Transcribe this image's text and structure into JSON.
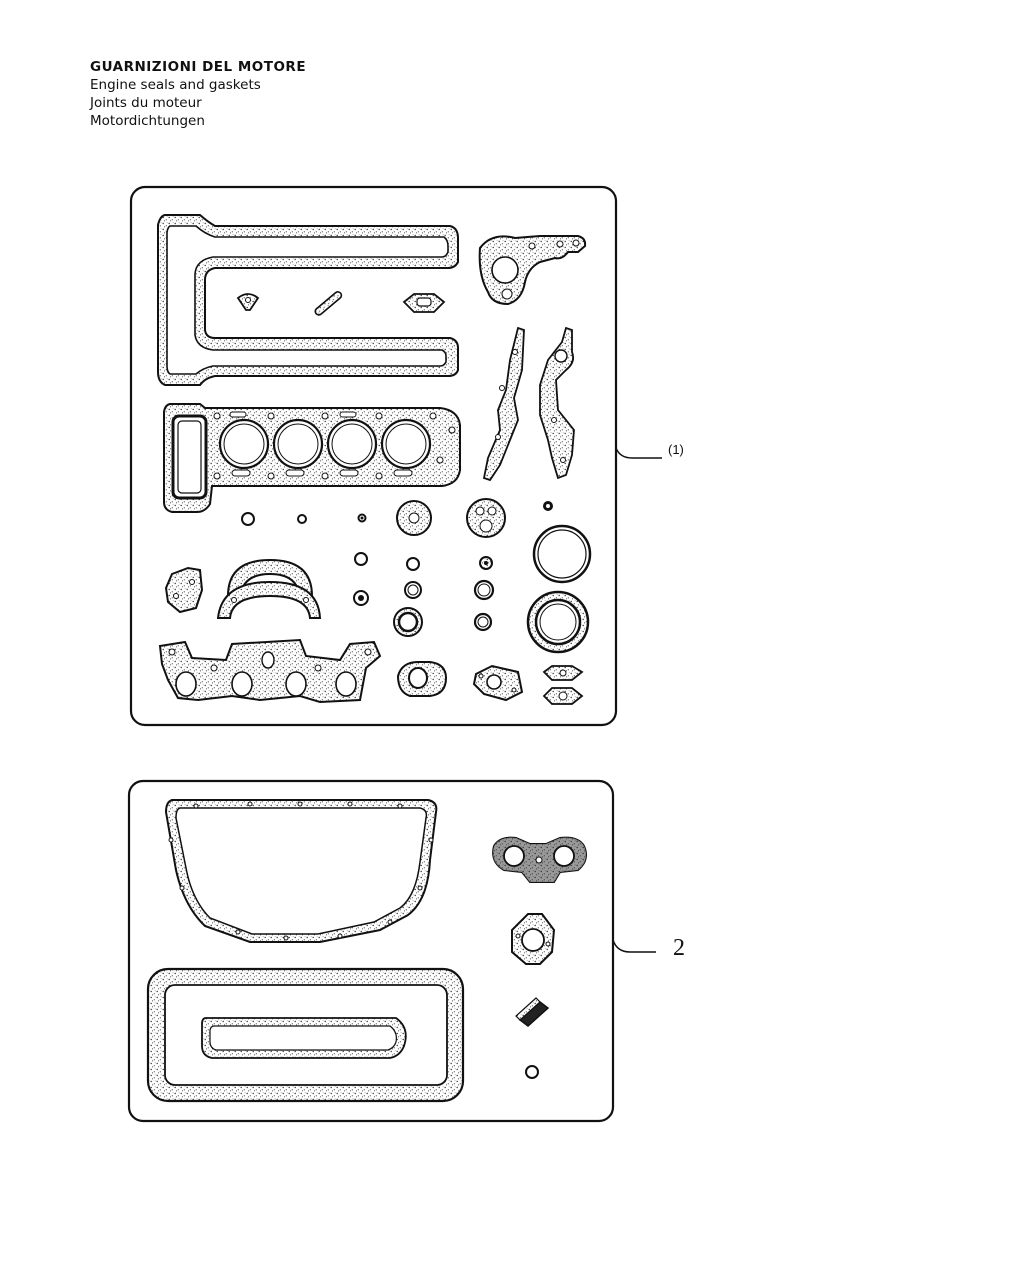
{
  "header": {
    "title_it": "GUARNIZIONI DEL MOTORE",
    "title_en": "Engine seals and gaskets",
    "title_fr": "Joints du moteur",
    "title_de": "Motordichtungen"
  },
  "callouts": {
    "set1": "(1)",
    "set2": "2"
  }
}
